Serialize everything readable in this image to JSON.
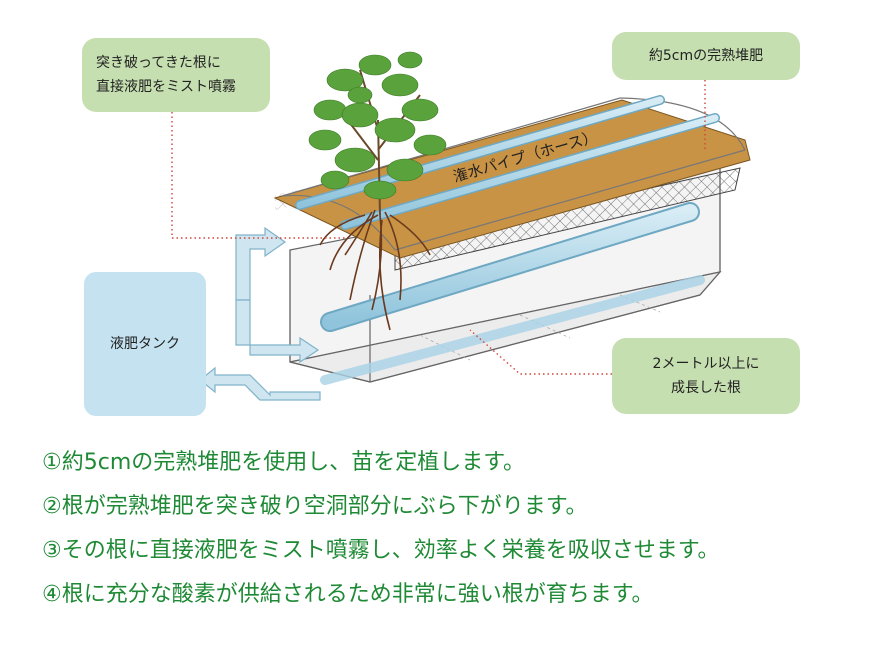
{
  "callouts": {
    "root_mist": [
      "突き破ってきた根に",
      "直接液肥をミスト噴霧"
    ],
    "compost": "約5cmの完熟堆肥",
    "tank": "液肥タンク",
    "root_growth": [
      "2メートル以上に",
      "成長した根"
    ]
  },
  "pipe_label": "潅水パイプ（ホース）",
  "steps": [
    "①約5cmの完熟堆肥を使用し、苗を定植します。",
    "②根が完熟堆肥を突き破り空洞部分にぶら下がります。",
    "③その根に直接液肥をミスト噴霧し、効率よく栄養を吸収させます。",
    "④根に充分な酸素が供給されるため非常に強い根が育ちます。"
  ],
  "colors": {
    "callout_green": "#c6dfb0",
    "tank_blue": "#c4e2ef",
    "pipe_blue": "#a9d3e6",
    "compost_brown": "#c99345",
    "step_text_green": "#1f8a35",
    "leader_line_red": "#d0453a"
  }
}
